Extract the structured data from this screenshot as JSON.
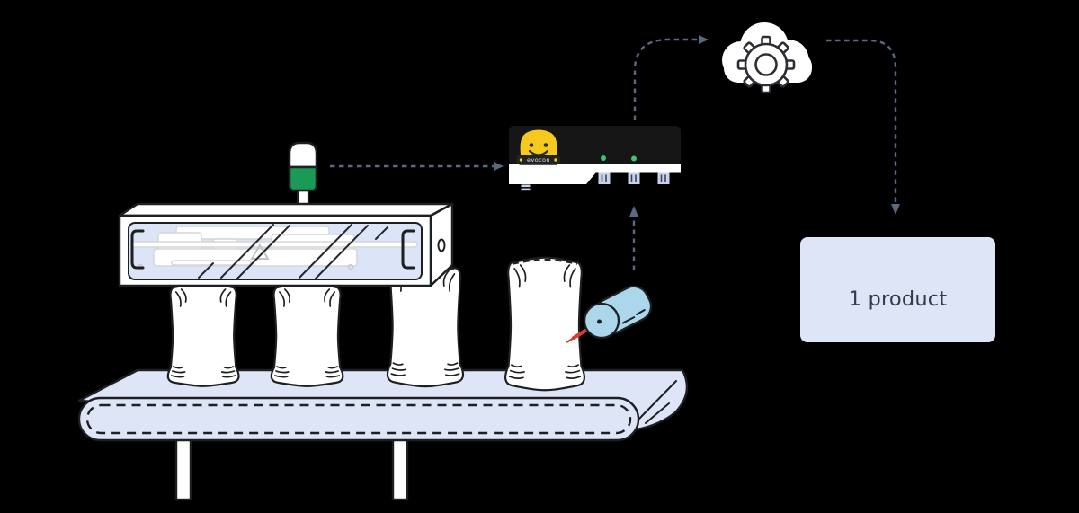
{
  "diagram": {
    "background": "#000000",
    "product_box": {
      "label": "1 product",
      "fill": "#dee5f7"
    },
    "device": {
      "brand_label": "evocon",
      "led_count": 2,
      "led_color": "#3ec46a",
      "body_color": "#161616",
      "port_count": 3
    },
    "signal_tower": {
      "light_color": "#1a9a55",
      "cap_color": "#ffffff"
    },
    "sensor": {
      "body_color": "#abd6ec",
      "laser_color": "#de3a31"
    },
    "conveyor": {
      "surface_color": "#dee5f7",
      "bag_count": 4,
      "leg_count": 2
    },
    "cloud": {
      "fill": "#ffffff",
      "gear_outline": "#2b2e33"
    },
    "arrows": {
      "color": "#5a6880",
      "style": "dashed",
      "count": 4
    },
    "icons": {
      "cloud": "cloud-icon",
      "gear": "gear-icon",
      "mascot": "evocon-mascot-icon",
      "signal_tower": "signal-tower",
      "sensor": "photo-eye-sensor"
    }
  }
}
